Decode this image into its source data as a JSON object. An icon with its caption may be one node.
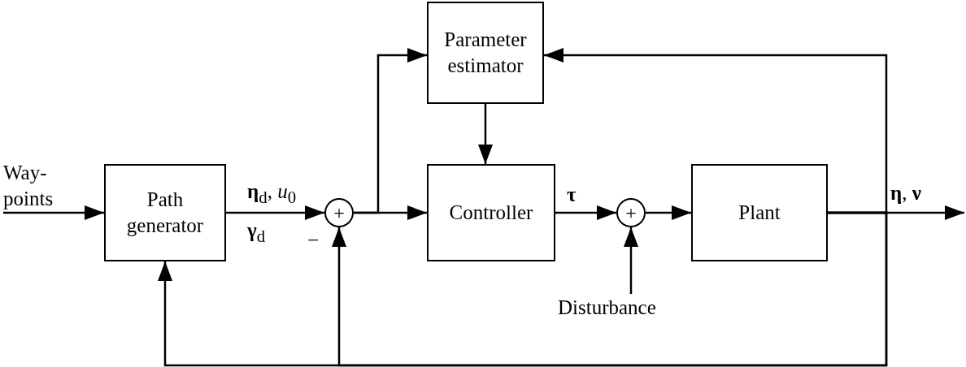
{
  "diagram": {
    "nodes": [
      {
        "text": [
          "Way- points"
        ]
      },
      {
        "text": [
          "Path generator"
        ]
      },
      {
        "text": [
          "Parameter estimator"
        ]
      },
      {
        "text": [
          "+"
        ],
        "beside": [
          "−"
        ]
      },
      {
        "text": [
          "Controller"
        ]
      },
      {
        "text": [
          "+"
        ]
      },
      {
        "text": [
          "Plant"
        ]
      },
      {
        "text": [
          "Disturbance"
        ]
      }
    ],
    "edges": [
      {
        "from": 0,
        "to": 1,
        "arrow": "to"
      },
      {
        "from": 1,
        "to": 3,
        "arrow": "to",
        "label": "**η**$_{d}$, *u*$_{0}$"
      },
      {
        "from": 3,
        "to": 4,
        "arrow": "to"
      },
      {
        "from": 3,
        "to": 2,
        "arrow": "to"
      },
      {
        "from": 2,
        "to": 4,
        "arrow": "to"
      },
      {
        "from": 4,
        "to": 5,
        "arrow": "to",
        "label": "**τ**"
      },
      {
        "from": 7,
        "to": 5,
        "arrow": "to"
      },
      {
        "from": 5,
        "to": 6,
        "arrow": "to"
      },
      {
        "from": 6,
        "to": null,
        "arrow": "to",
        "label": "**η**, **ν**"
      },
      {
        "from": 6,
        "to": 2,
        "arrow": "to"
      },
      {
        "from": 6,
        "to": 1,
        "arrow": "to"
      },
      {
        "from": 6,
        "to": 3,
        "arrow": "to"
      }
    ],
    "labels": [
      "**γ**$_{d}$"
    ]
  }
}
